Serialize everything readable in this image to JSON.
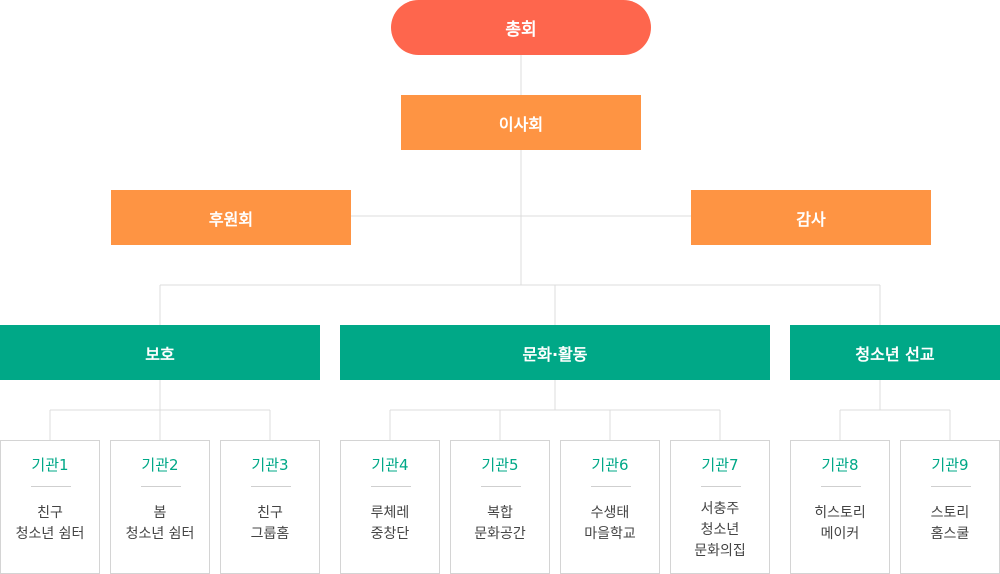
{
  "root": {
    "label": "총회"
  },
  "board": {
    "label": "이사회"
  },
  "supporters": {
    "label": "후원회"
  },
  "audit": {
    "label": "감사"
  },
  "divisions": [
    {
      "label": "보호"
    },
    {
      "label": "문화·활동"
    },
    {
      "label": "청소년 선교"
    }
  ],
  "institutions": [
    {
      "title": "기관1",
      "lines": [
        "친구",
        "청소년 쉼터"
      ]
    },
    {
      "title": "기관2",
      "lines": [
        "봄",
        "청소년 쉼터"
      ]
    },
    {
      "title": "기관3",
      "lines": [
        "친구",
        "그룹홈"
      ]
    },
    {
      "title": "기관4",
      "lines": [
        "루체레",
        "중창단"
      ]
    },
    {
      "title": "기관5",
      "lines": [
        "복합",
        "문화공간"
      ]
    },
    {
      "title": "기관6",
      "lines": [
        "수생태",
        "마을학교"
      ]
    },
    {
      "title": "기관7",
      "lines": [
        "서충주",
        "청소년",
        "문화의집"
      ]
    },
    {
      "title": "기관8",
      "lines": [
        "히스토리",
        "메이커"
      ]
    },
    {
      "title": "기관9",
      "lines": [
        "스토리",
        "홈스쿨"
      ]
    }
  ],
  "colors": {
    "root": "#fe664d",
    "board": "#fe9443",
    "division": "#00a887",
    "institution_title": "#00a887",
    "connector": "#dcdcdc"
  }
}
